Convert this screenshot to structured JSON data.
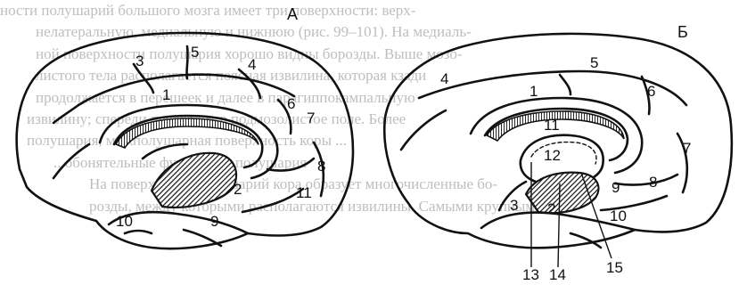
{
  "background_text": {
    "lines": [
      "ности полушарий большого мозга имеет три поверхности: верх-",
      "нелатеральную, медиальную и нижнюю (рис. 99–101). На медиаль-",
      "ной поверхности полушария хорошо видны борозды. Выше мозо-",
      "листого тела располагается поясная извилина, которая кзади",
      "продолжается в перешеек и далее в парагиппокампальную",
      "извилину; спереди переходит в подмозолистое поле. Более",
      "полушария, межполушарная поверхность коры ...",
      "...обонятельные функции ... полушария",
      "На поверхности полушарий кора образует многочисленные бо-",
      "розды, между которыми располагаются извилины. Самыми крупными"
    ]
  },
  "diagram": {
    "panels": [
      {
        "letter": "А",
        "labels": [
          "1",
          "2",
          "3",
          "4",
          "5",
          "6",
          "7",
          "8",
          "9",
          "10",
          "11"
        ]
      },
      {
        "letter": "Б",
        "labels": [
          "1",
          "2",
          "3",
          "4",
          "5",
          "6",
          "7",
          "8",
          "9",
          "10",
          "11",
          "12",
          "13",
          "14",
          "15"
        ]
      }
    ]
  },
  "colors": {
    "ink": "#111111",
    "paper": "#ffffff",
    "bleed_text": "#8a8a8a"
  }
}
